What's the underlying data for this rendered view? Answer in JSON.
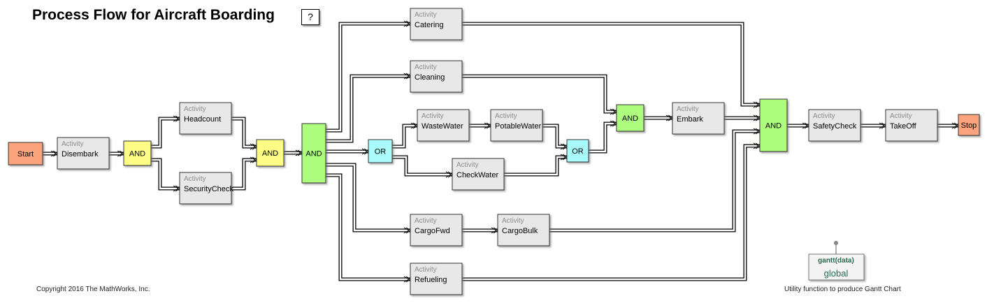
{
  "title": "Process Flow for Aircraft Boarding",
  "help_label": "?",
  "copyright": "Copyright 2016 The MathWorks, Inc.",
  "utility": {
    "function_label": "gantt(data)",
    "scope_label": "global",
    "caption": "Utility function to produce Gantt Chart"
  },
  "colors": {
    "terminal": "#fba37d",
    "activity": "#e8e8e8",
    "and_yellow": "#fdfd85",
    "and_green": "#aefc7e",
    "or_cyan": "#aafcfc",
    "utility_text": "#2a6a50"
  },
  "activity_kind_label": "Activity",
  "nodes": [
    {
      "id": "start",
      "type": "terminal",
      "label": "Start"
    },
    {
      "id": "disembark",
      "type": "activity",
      "label": "Disembark"
    },
    {
      "id": "and1",
      "type": "and_yellow",
      "label": "AND"
    },
    {
      "id": "headcount",
      "type": "activity",
      "label": "Headcount"
    },
    {
      "id": "securitycheck",
      "type": "activity",
      "label": "SecurityCheck"
    },
    {
      "id": "and2",
      "type": "and_yellow",
      "label": "AND"
    },
    {
      "id": "and3",
      "type": "and_green",
      "label": "AND"
    },
    {
      "id": "catering",
      "type": "activity",
      "label": "Catering"
    },
    {
      "id": "cleaning",
      "type": "activity",
      "label": "Cleaning"
    },
    {
      "id": "or1",
      "type": "or_cyan",
      "label": "OR"
    },
    {
      "id": "wastewater",
      "type": "activity",
      "label": "WasteWater"
    },
    {
      "id": "potablewater",
      "type": "activity",
      "label": "PotableWater"
    },
    {
      "id": "checkwater",
      "type": "activity",
      "label": "CheckWater"
    },
    {
      "id": "or2",
      "type": "or_cyan",
      "label": "OR"
    },
    {
      "id": "cargofwd",
      "type": "activity",
      "label": "CargoFwd"
    },
    {
      "id": "cargobulk",
      "type": "activity",
      "label": "CargoBulk"
    },
    {
      "id": "refueling",
      "type": "activity",
      "label": "Refueling"
    },
    {
      "id": "and4",
      "type": "and_green",
      "label": "AND"
    },
    {
      "id": "embark",
      "type": "activity",
      "label": "Embark"
    },
    {
      "id": "and5",
      "type": "and_green",
      "label": "AND"
    },
    {
      "id": "safetycheck",
      "type": "activity",
      "label": "SafetyCheck"
    },
    {
      "id": "takeoff",
      "type": "activity",
      "label": "TakeOff"
    },
    {
      "id": "stop",
      "type": "terminal",
      "label": "Stop"
    }
  ],
  "edges": [
    [
      "start",
      "disembark"
    ],
    [
      "disembark",
      "and1"
    ],
    [
      "and1",
      "headcount"
    ],
    [
      "and1",
      "securitycheck"
    ],
    [
      "headcount",
      "and2"
    ],
    [
      "securitycheck",
      "and2"
    ],
    [
      "and2",
      "and3"
    ],
    [
      "and3",
      "catering"
    ],
    [
      "and3",
      "cleaning"
    ],
    [
      "and3",
      "or1"
    ],
    [
      "and3",
      "cargofwd"
    ],
    [
      "and3",
      "refueling"
    ],
    [
      "or1",
      "wastewater"
    ],
    [
      "or1",
      "checkwater"
    ],
    [
      "wastewater",
      "potablewater"
    ],
    [
      "potablewater",
      "or2"
    ],
    [
      "checkwater",
      "or2"
    ],
    [
      "cleaning",
      "and4"
    ],
    [
      "or2",
      "and4"
    ],
    [
      "and4",
      "embark"
    ],
    [
      "catering",
      "and5"
    ],
    [
      "embark",
      "and5"
    ],
    [
      "cargobulk",
      "and5"
    ],
    [
      "refueling",
      "and5"
    ],
    [
      "cargofwd",
      "cargobulk"
    ],
    [
      "and5",
      "safetycheck"
    ],
    [
      "safetycheck",
      "takeoff"
    ],
    [
      "takeoff",
      "stop"
    ]
  ]
}
